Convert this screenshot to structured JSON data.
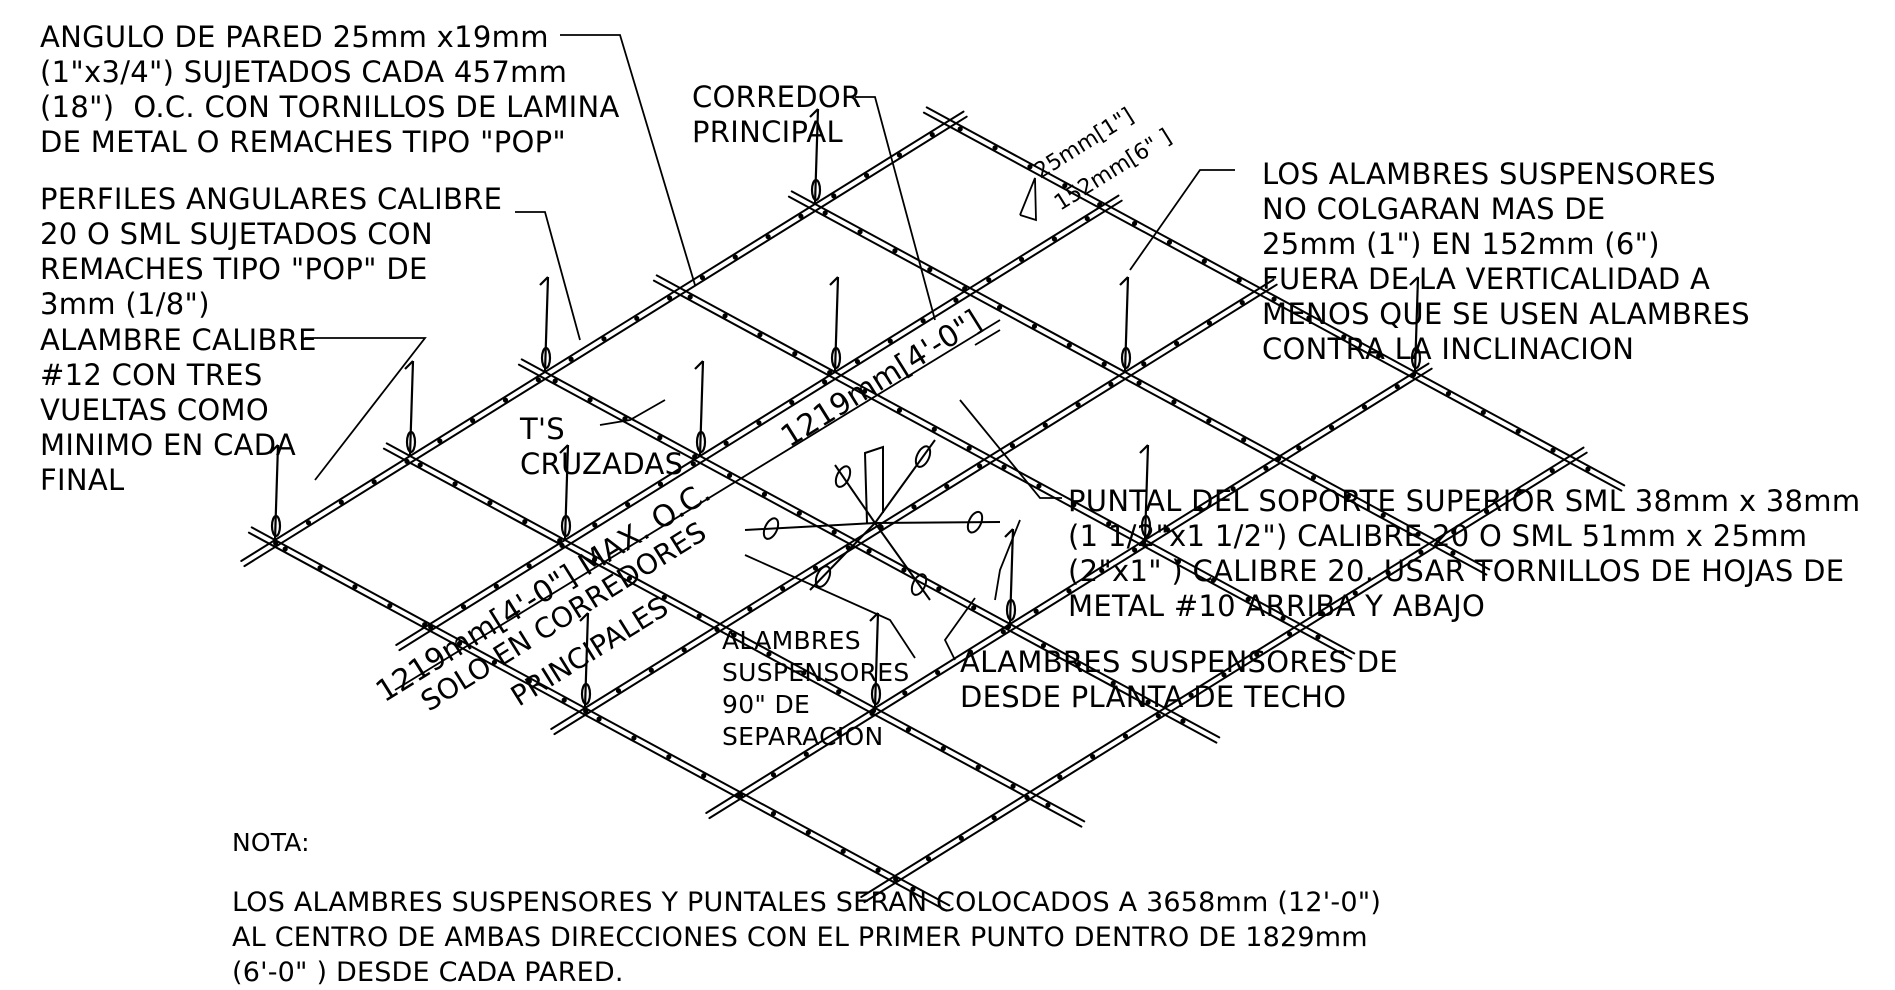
{
  "labels": {
    "angulo_de_pared": "ANGULO DE PARED 25mm x19mm\n(1\"x3/4\") SUJETADOS CADA 457mm\n(18\")  O.C. CON TORNILLOS DE LAMINA\nDE METAL O REMACHES TIPO \"POP\"",
    "corredor_principal": "CORREDOR\nPRINCIPAL",
    "perfiles_angulares": "PERFILES ANGULARES CALIBRE\n20 O SML SUJETADOS CON\nREMACHES TIPO \"POP\" DE\n3mm (1/8\")",
    "alambre_calibre": "ALAMBRE CALIBRE\n#12 CON TRES\nVUELTAS COMO\nMINIMO EN CADA\nFINAL",
    "ts_cruzadas": "T'S\nCRUZADAS",
    "alambres_no_colgaran": "LOS ALAMBRES SUSPENSORES\nNO COLGARAN MAS DE\n25mm (1\") EN 152mm (6\")\nFUERA DE LA VERTICALIDAD A\nMENOS QUE SE USEN ALAMBRES\nCONTRA LA INCLINACION",
    "puntal_soporte": "PUNTAL DEL SOPORTE SUPERIOR SML 38mm x 38mm\n(1 1/2\"x1 1/2\") CALIBRE 20 O SML 51mm x 25mm\n(2\"x1\" ) CALIBRE 20. USAR TORNILLOS DE HOJAS DE\nMETAL #10 ARRIBA Y ABAJO",
    "alambres_separacion": "ALAMBRES\nSUSPENSORES\n90\" DE\nSEPARACION",
    "alambres_desde_planta": "ALAMBRES SUSPENSORES DE\nDESDE PLANTA DE TECHO"
  },
  "dimensions": {
    "dim_25mm": "25mm[1\"]",
    "dim_152mm": "152mm[6\" ]",
    "dim_1219_upper": "1219mm[4'-0\"]",
    "dim_1219_lower": "1219mm[4'-0\"] MAX. O.C.",
    "solo_en_corredores": "SOLO EN CORREDORES",
    "principales": "PRINCIPALES"
  },
  "notes": {
    "heading": "NOTA:",
    "body": "LOS ALAMBRES SUSPENSORES Y PUNTALES SERAN COLOCADOS A 3658mm (12'-0\")\nAL CENTRO DE AMBAS DIRECCIONES CON EL PRIMER PUNTO DENTRO DE 1829mm\n(6'-0\" ) DESDE CADA PARED."
  },
  "colors": {
    "ink": "#000000",
    "paper": "#ffffff"
  }
}
